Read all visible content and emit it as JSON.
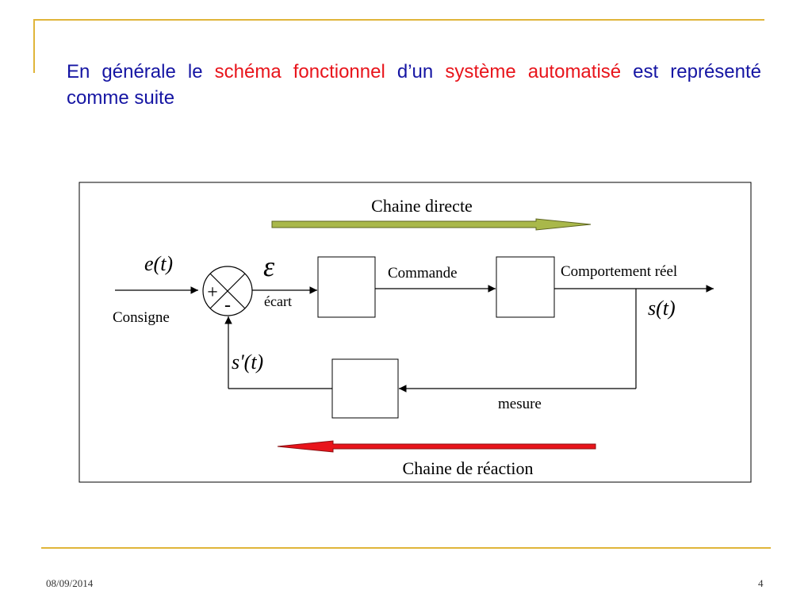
{
  "slide": {
    "title_parts": [
      {
        "text": "En générale le ",
        "color": "#1515a3"
      },
      {
        "text": "schéma fonctionnel",
        "color": "#e8141b"
      },
      {
        "text": " d’un ",
        "color": "#1515a3"
      },
      {
        "text": "système automatisé",
        "color": "#e8141b"
      },
      {
        "text": " est représenté comme suite",
        "color": "#1515a3"
      }
    ],
    "date": "08/09/2014",
    "page_number": "4"
  },
  "diagram": {
    "chain_direct_label": "Chaine directe",
    "chain_reaction_label": "Chaine de réaction",
    "input_signal": "e(t)",
    "consigne_label": "Consigne",
    "plus_sign": "+",
    "minus_sign": "-",
    "epsilon_symbol": "ε",
    "ecart_label": "écart",
    "commande_label": "Commande",
    "comportement_label": "Comportement réel",
    "output_signal": "s(t)",
    "feedback_signal": "s'(t)",
    "mesure_label": "mesure"
  },
  "colors": {
    "accent_line": "#e0b53a",
    "direct_arrow": "#a9b84a",
    "reaction_arrow": "#e8141b"
  }
}
